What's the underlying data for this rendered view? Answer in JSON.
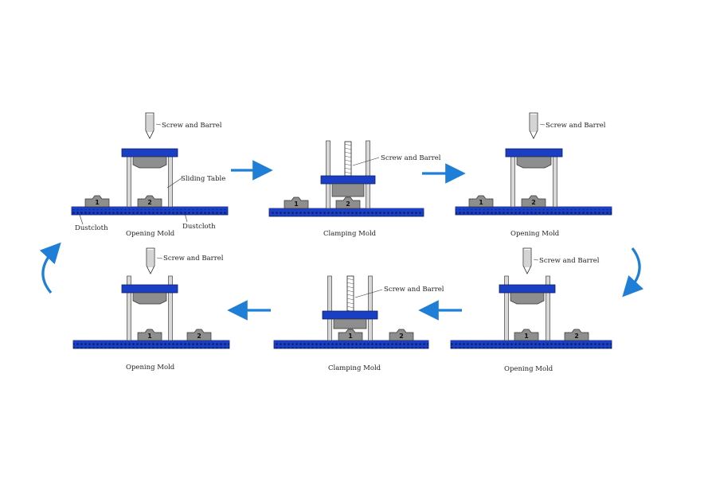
{
  "colors": {
    "blue": "#1a3fc4",
    "arrow": "#1f7fd6",
    "gray": "#8e8e8e",
    "dark": "#4a4a4a"
  },
  "labels": {
    "screw_and_barrel": "Screw and Barrel",
    "sliding_table": "Sliding Table",
    "dustcloth": "Dustcloth",
    "opening_mold": "Opening Mold",
    "clamping_mold": "Clamping Mold",
    "mold_1": "1",
    "mold_2": "2"
  },
  "stages": [
    {
      "id": "1",
      "caption": "Opening Mold"
    },
    {
      "id": "2",
      "caption": "Clamping Mold"
    },
    {
      "id": "3",
      "caption": "Opening Mold"
    },
    {
      "id": "4",
      "caption": "Opening Mold"
    },
    {
      "id": "5",
      "caption": "Clamping Mold"
    },
    {
      "id": "6",
      "caption": "Opening Mold"
    }
  ],
  "flow_icons": [
    "arrow-right-icon",
    "arrow-right-icon",
    "curved-arrow-down-icon",
    "arrow-left-icon",
    "arrow-left-icon",
    "curved-arrow-up-icon"
  ]
}
